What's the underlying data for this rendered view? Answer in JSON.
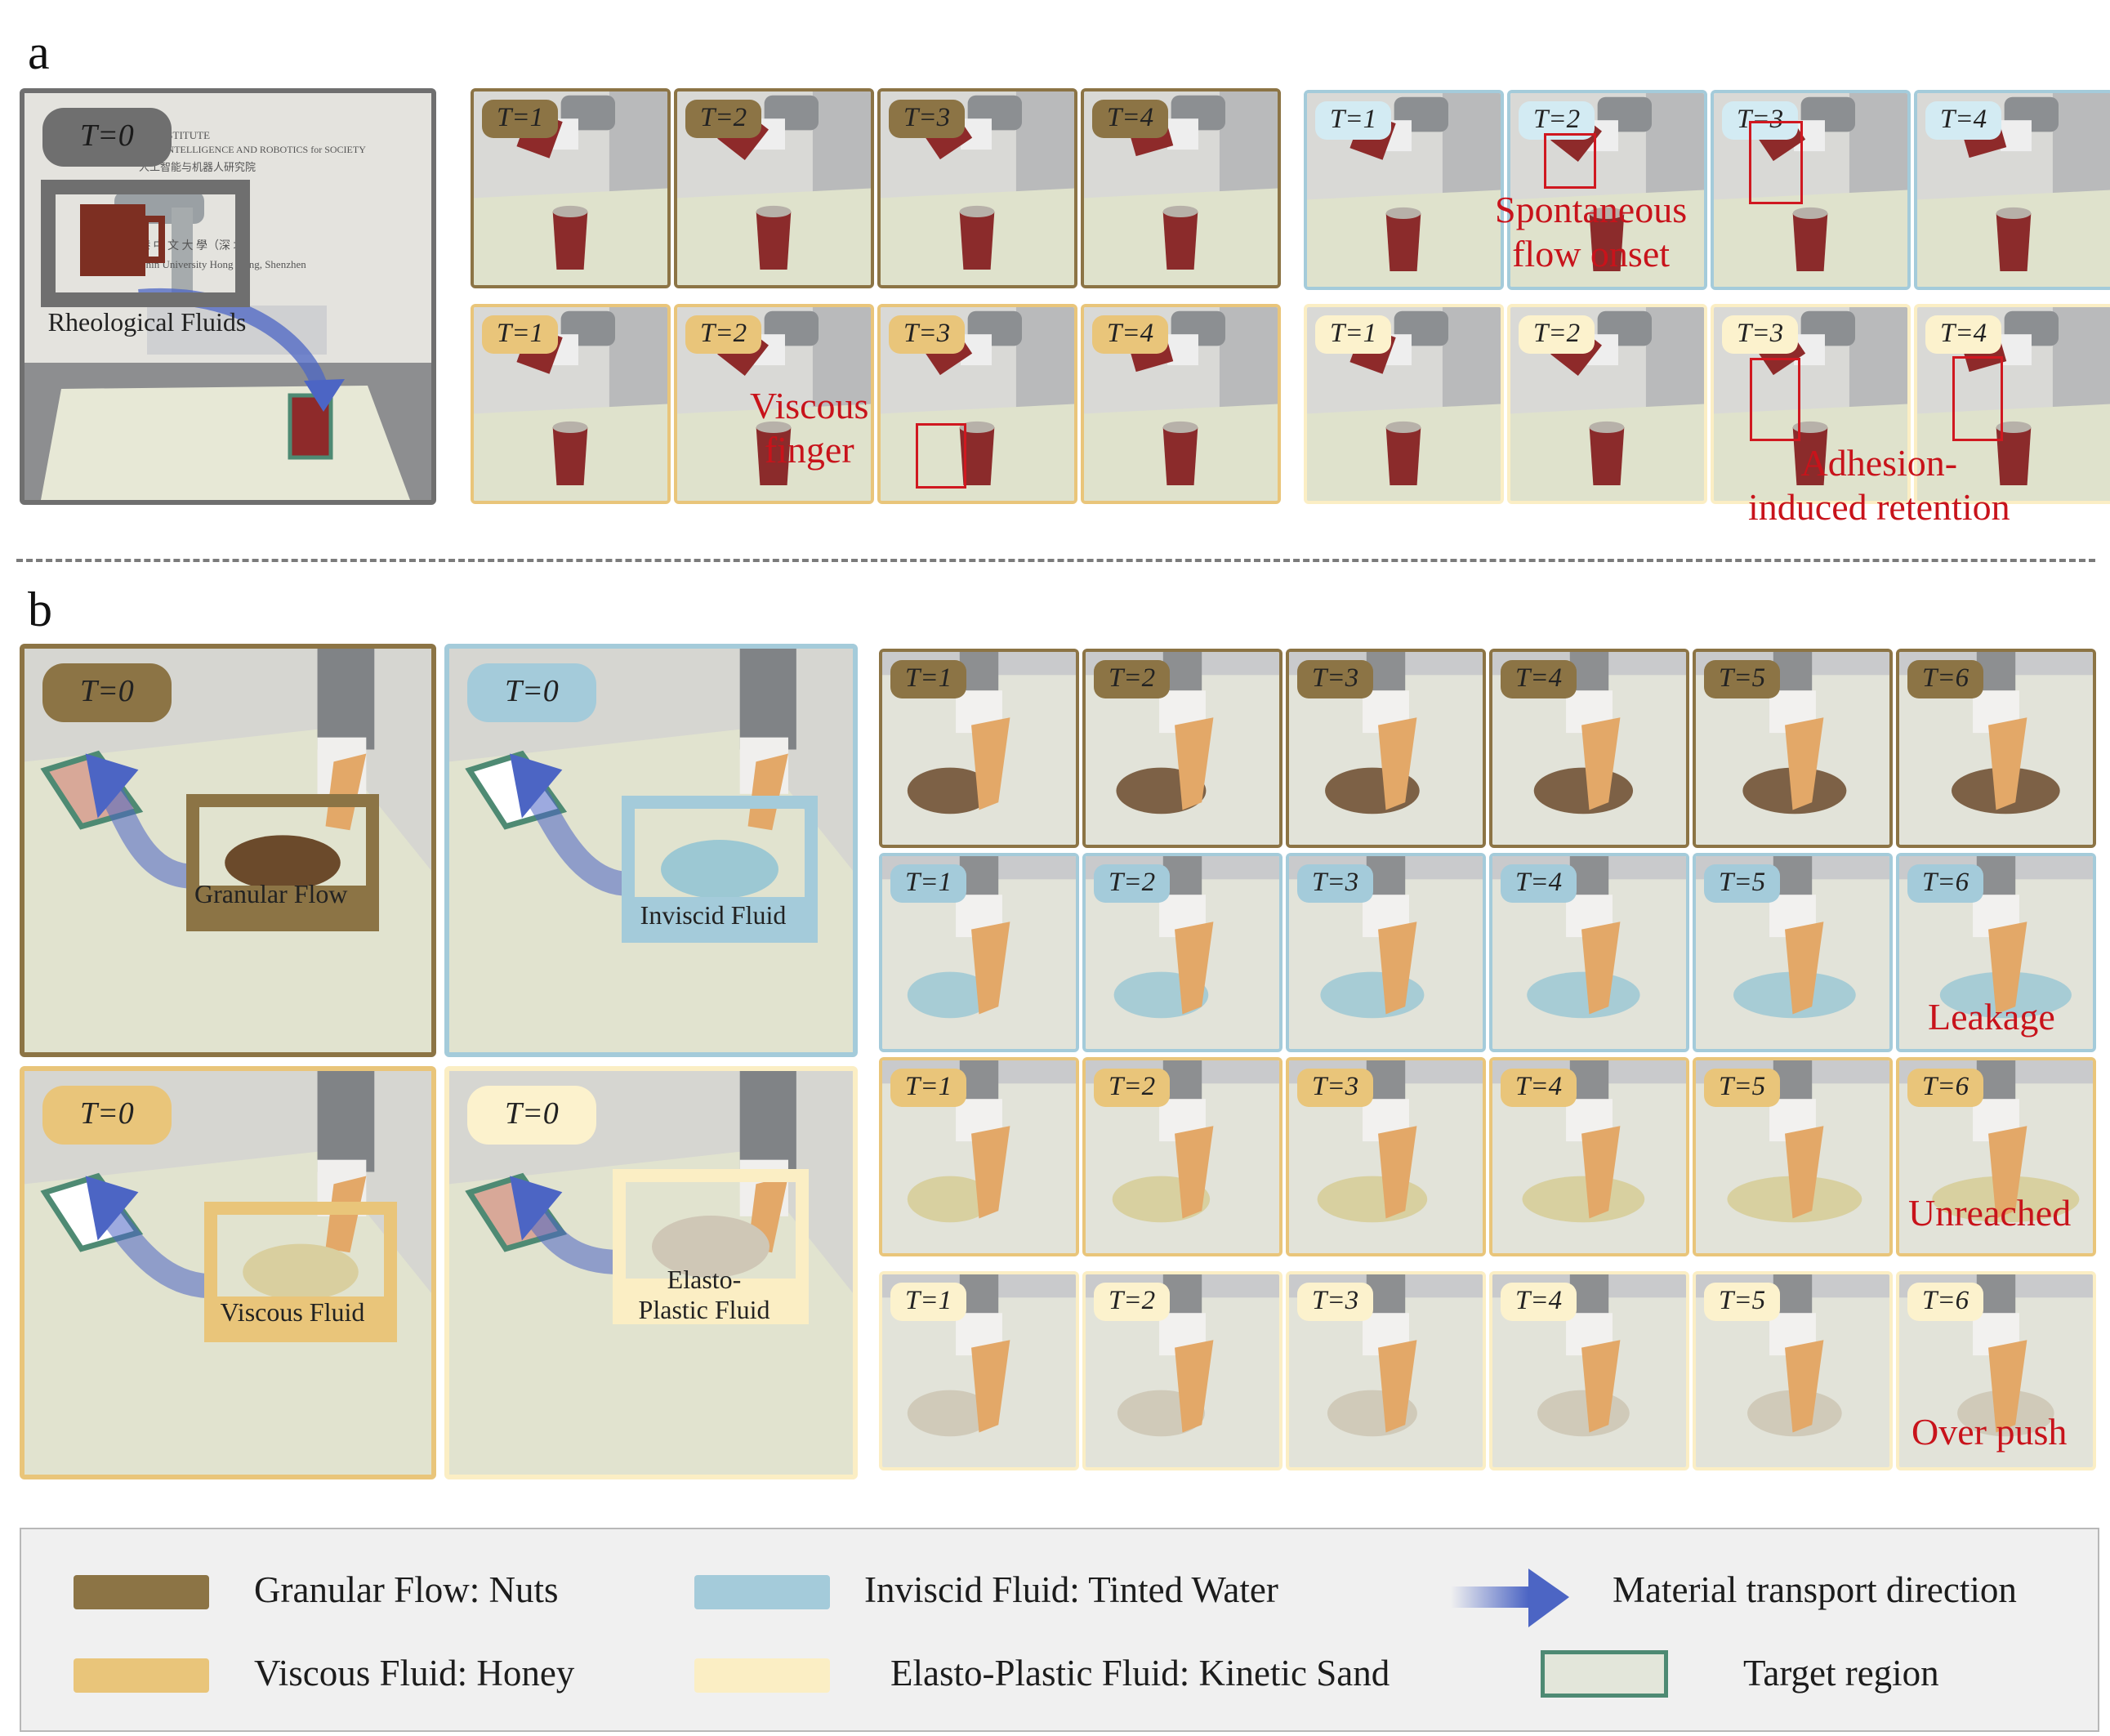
{
  "panel_labels": {
    "a": "a",
    "b": "b"
  },
  "time_labels": {
    "t0": "T=0",
    "t1": "T=1",
    "t2": "T=2",
    "t3": "T=3",
    "t4": "T=4",
    "t5": "T=5",
    "t6": "T=6"
  },
  "scene_a": {
    "background_text": {
      "line1": "EN INSTITUTE",
      "line2": "CIAL INTELLIGENCE AND ROBOTICS for SOCIETY",
      "line3": "人工智能与机器人研究院",
      "line4": "港 中 文 大 學（深 圳）",
      "line5": "Chin    University    Hong Kong, Shenzhen"
    },
    "material_label": "Rheological Fluids"
  },
  "annotations_a": {
    "viscous_finger": "Viscous\nfinger",
    "spontaneous_flow": "Spontaneous\nflow onset",
    "adhesion": "Adhesion-\ninduced retention"
  },
  "scenes_b": {
    "granular": "Granular Flow",
    "inviscid": "Inviscid Fluid",
    "viscous": "Viscous Fluid",
    "elasto": "Elasto-\nPlastic Fluid"
  },
  "annotations_b": {
    "leakage": "Leakage",
    "unreached": "Unreached",
    "over_push": "Over push"
  },
  "legend": {
    "granular": "Granular Flow: Nuts",
    "inviscid": "Inviscid Fluid: Tinted Water",
    "arrow": "Material transport direction",
    "viscous": "Viscous Fluid: Honey",
    "elasto": "Elasto-Plastic Fluid: Kinetic Sand",
    "target": "Target region"
  },
  "colors": {
    "granular": "#8c7445",
    "inviscid": "#a4cbda",
    "viscous": "#e9c57a",
    "elasto": "#fbeec4",
    "scene_a_frame": "#6f6f6f",
    "target_region": "#4e8a73",
    "target_fill": "#e3e6da",
    "arrow": "#4c65c4",
    "annotation_red": "#c8131b"
  }
}
